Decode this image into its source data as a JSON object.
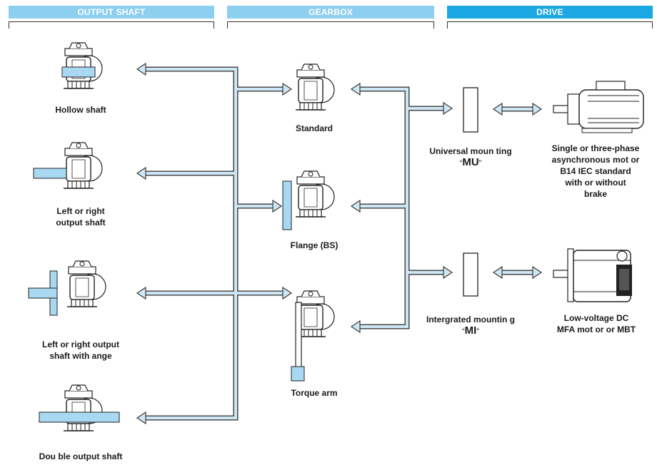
{
  "headers": {
    "output_shaft": "OUTPUT SHAFT",
    "gearbox": "GEARBOX",
    "drive": "DRIVE"
  },
  "output_shaft_options": [
    {
      "line1": "Hollow shaft",
      "line2": ""
    },
    {
      "line1": "Left or right",
      "line2": "output shaft"
    },
    {
      "line1": "Left or right output",
      "line2": "shaft with  ange"
    },
    {
      "line1": "Dou ble output shaft",
      "line2": ""
    }
  ],
  "gearbox_options": [
    {
      "label": "Standard"
    },
    {
      "label": "Flange (BS)"
    },
    {
      "label": "Torque arm"
    }
  ],
  "mountings": [
    {
      "line1": "Universal moun ting",
      "open_quote": "“",
      "code": "MU",
      "close_quote": "”"
    },
    {
      "line1": "Intergrated mountin g",
      "open_quote": "“",
      "code": "MI",
      "close_quote": "”"
    }
  ],
  "motors": [
    {
      "lines": [
        "Single or three-phase",
        "asynchronous mot or",
        "B14 IEC standard",
        "with or without",
        "brake"
      ]
    },
    {
      "lines": [
        "Low-voltage DC",
        "MFA mot or or MBT"
      ]
    }
  ],
  "colors": {
    "header_output": "#8ccfef",
    "header_gearbox": "#8ccfef",
    "header_drive": "#1aa7e2",
    "pipe_fill": "#cfe7f5",
    "pipe_outline": "#3a3a3a",
    "accent_part": "#a9d9f2"
  }
}
